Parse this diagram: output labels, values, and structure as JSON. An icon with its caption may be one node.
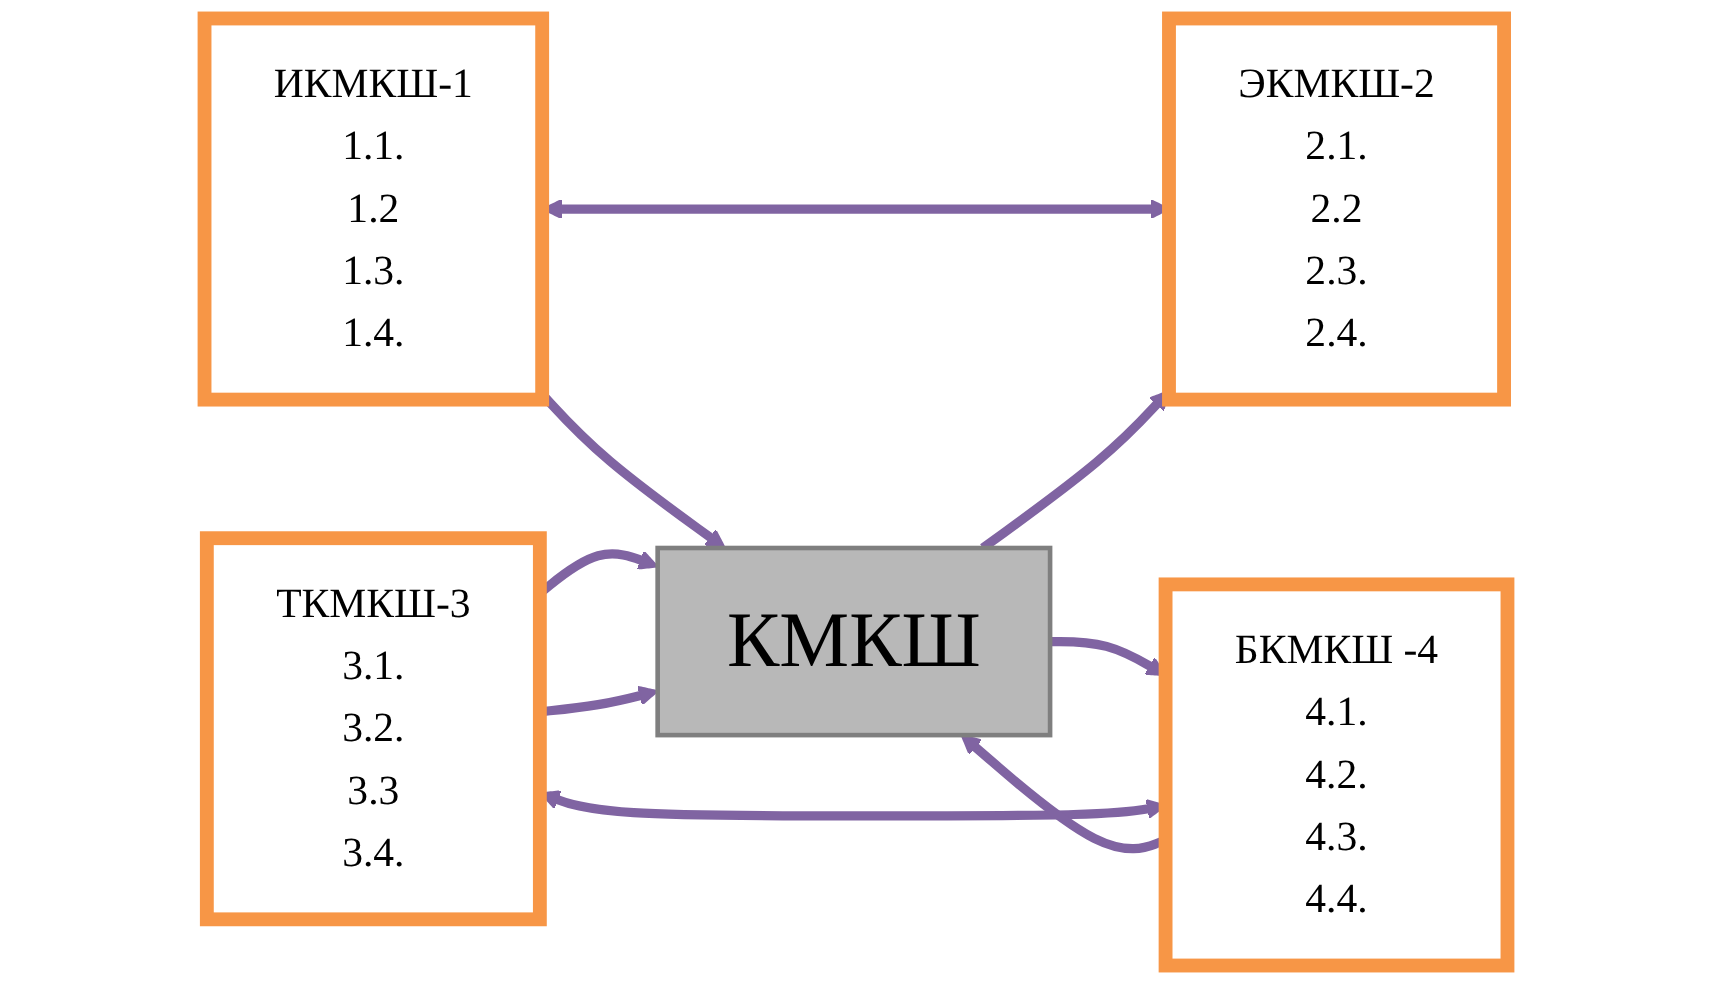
{
  "diagram": {
    "nodes": [
      {
        "text": [
          "ИКМКШ-1",
          "1.1.",
          "1.2",
          "1.3.",
          "1.4."
        ]
      },
      {
        "text": [
          "КМКШ"
        ]
      },
      {
        "text": [
          "ЭКМКШ-2",
          "2.1.",
          "2.2",
          "2.3.",
          "2.4."
        ]
      },
      {
        "text": [
          "ТКМКШ-3",
          "3.1.",
          "3.2.",
          "3.3",
          "3.4."
        ]
      },
      {
        "text": [
          "БКМКШ -4",
          "4.1.",
          "4.2.",
          "4.3.",
          "4.4."
        ]
      }
    ],
    "edges": [
      {
        "from": 0,
        "to": 2,
        "arrow": "both"
      },
      {
        "from": 0,
        "to": 1,
        "arrow": "to"
      },
      {
        "from": 1,
        "to": 2,
        "arrow": "to"
      },
      {
        "from": 3,
        "to": 1,
        "arrow": "to"
      },
      {
        "from": 1,
        "to": 4,
        "arrow": "to"
      },
      {
        "from": 3,
        "to": 4,
        "arrow": "both"
      },
      {
        "from": 3,
        "to": 1,
        "arrow": "to"
      },
      {
        "from": 4,
        "to": 1,
        "arrow": "to"
      }
    ]
  }
}
